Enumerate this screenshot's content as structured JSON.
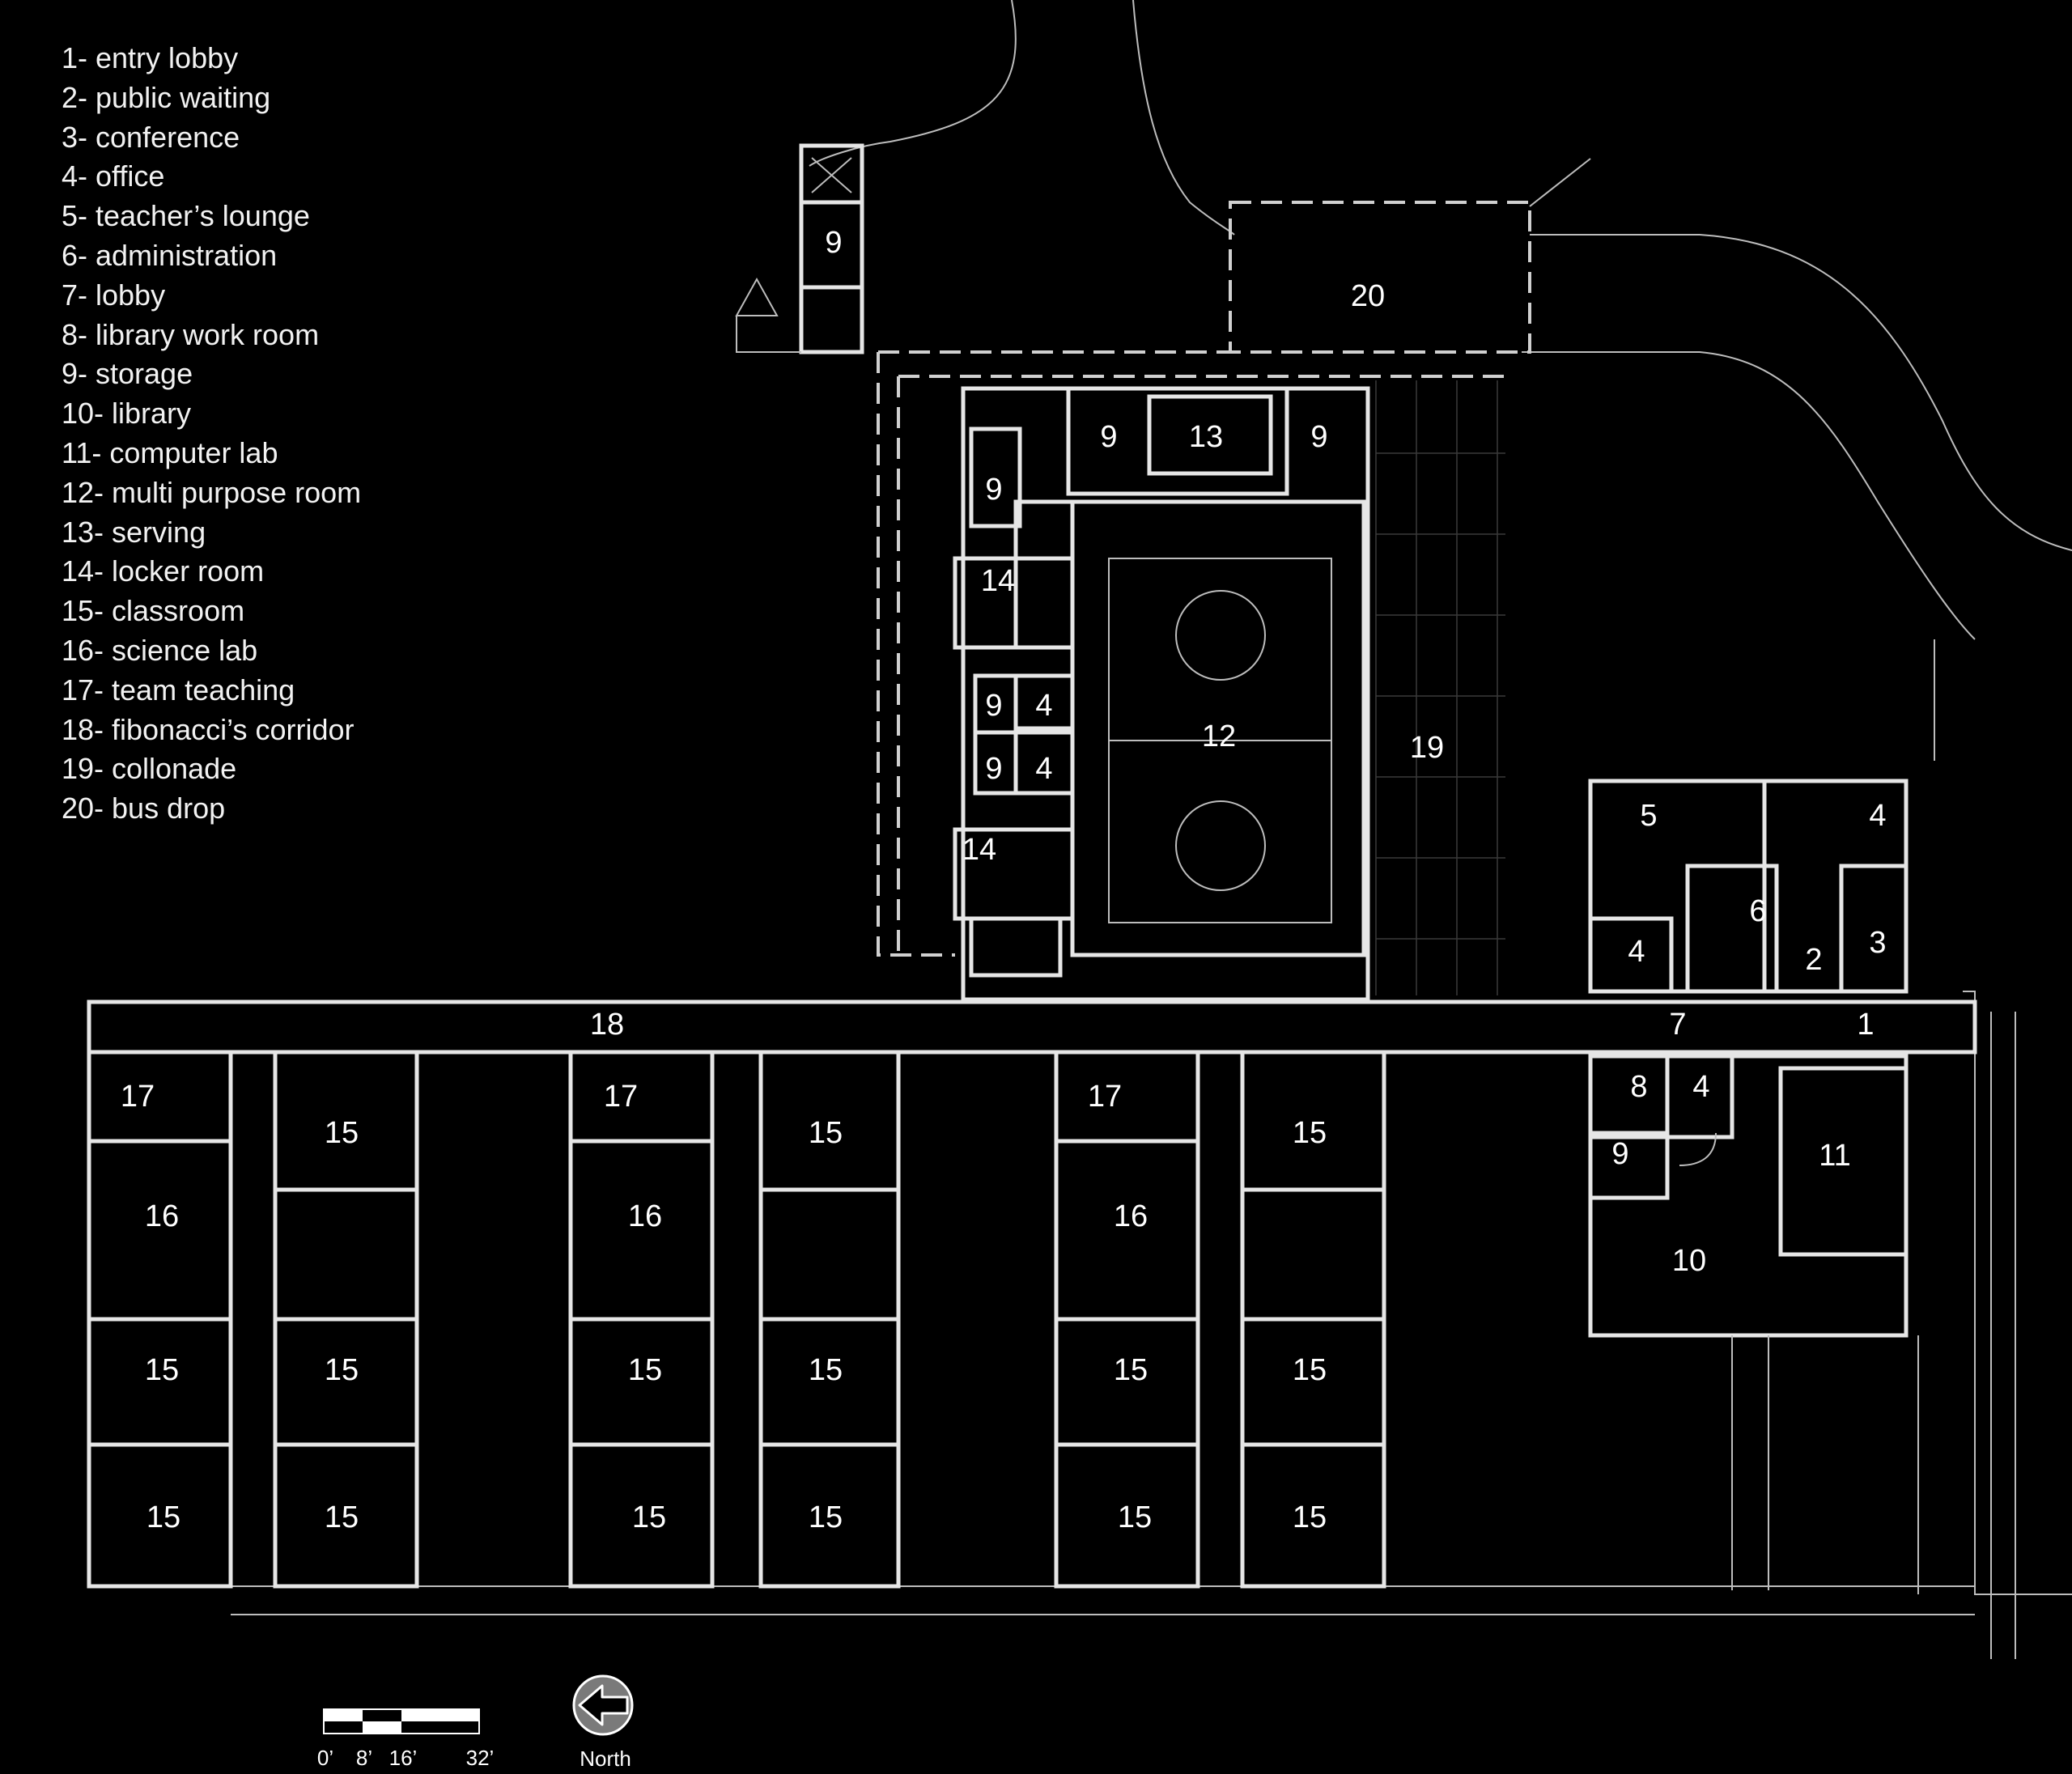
{
  "legend": [
    "1- entry lobby",
    "2- public waiting",
    "3- conference",
    "4- office",
    "5- teacher’s lounge",
    "6- administration",
    "7- lobby",
    "8- library work room",
    "9- storage",
    "10- library",
    "11- computer lab",
    "12- multi purpose room",
    "13- serving",
    "14- locker room",
    "15- classroom",
    "16- science lab",
    "17- team teaching",
    "18- fibonacci’s corridor",
    "19- collonade",
    "20- bus drop"
  ],
  "rooms": {
    "r1": "1",
    "r2": "2",
    "r3": "3",
    "r4": "4",
    "r5": "5",
    "r6": "6",
    "r7": "7",
    "r8": "8",
    "r9": "9",
    "r10": "10",
    "r11": "11",
    "r12": "12",
    "r13": "13",
    "r14": "14",
    "r15": "15",
    "r16": "16",
    "r17": "17",
    "r18": "18",
    "r19": "19",
    "r20": "20"
  },
  "scale": {
    "ticks": [
      "0’",
      "8’",
      "16’",
      "32’"
    ]
  },
  "north": {
    "label": "North",
    "icon": "north-arrow-icon"
  }
}
